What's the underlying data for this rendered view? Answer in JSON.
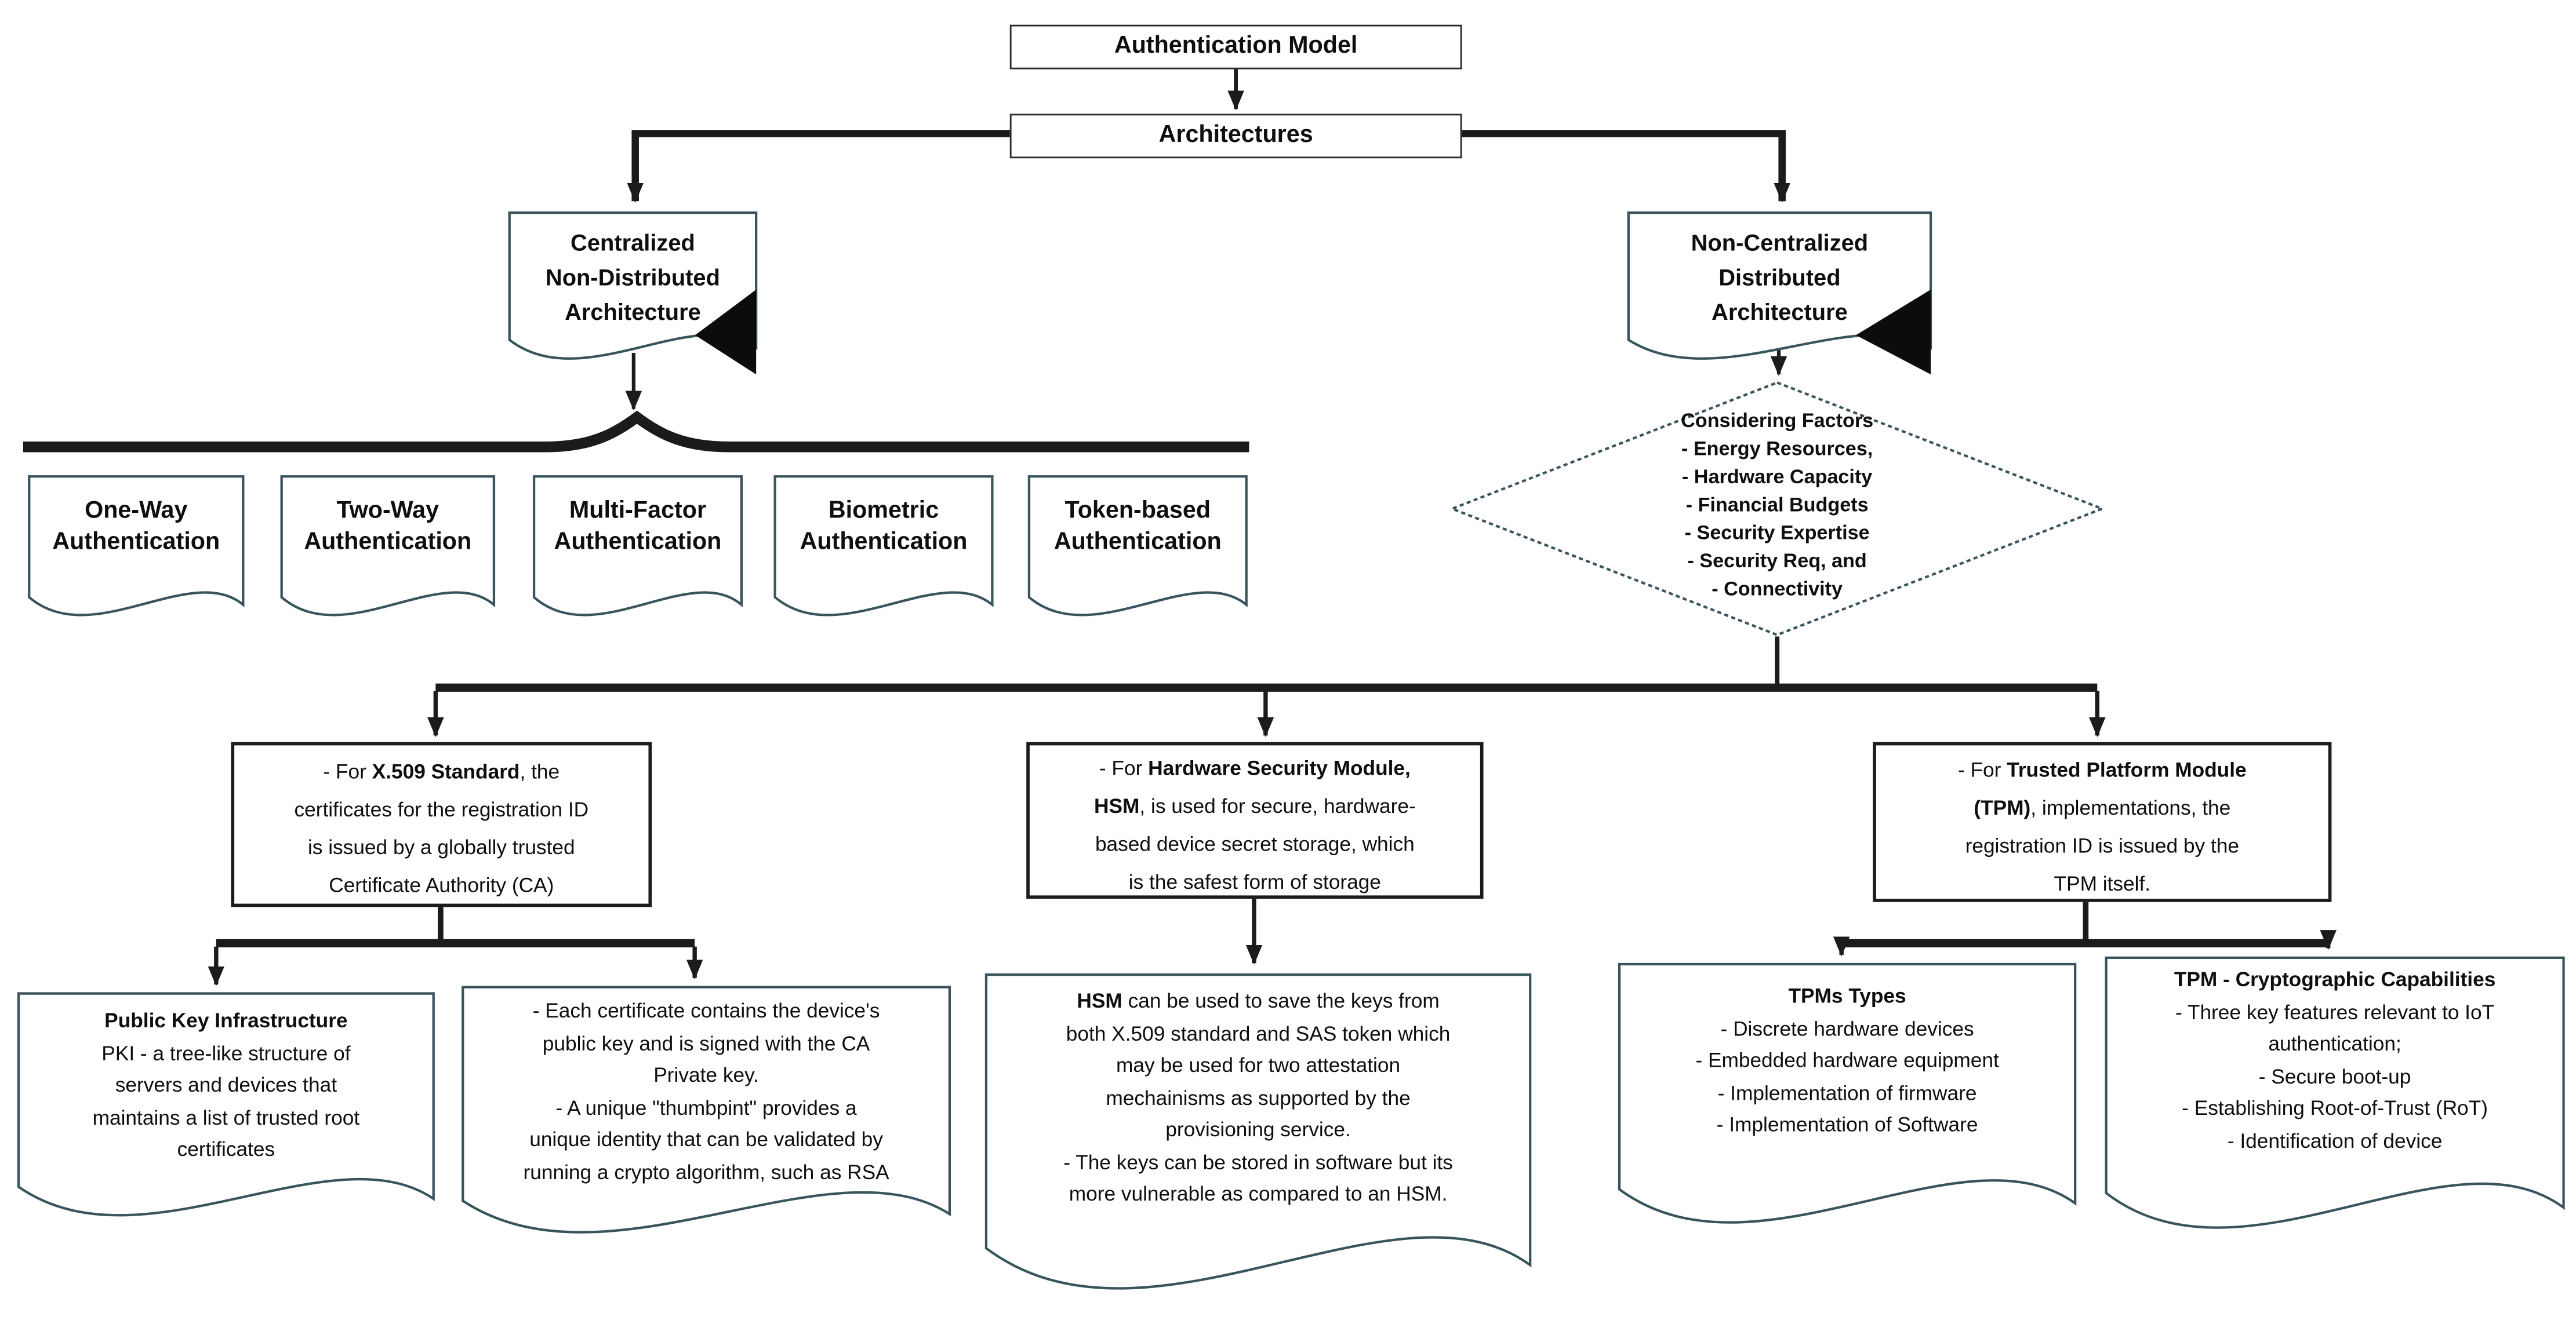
{
  "title": "Authentication Model",
  "architectures_label": "Architectures",
  "centralized": {
    "lines": [
      "Centralized",
      "Non-Distributed",
      "Architecture"
    ]
  },
  "non_centralized": {
    "lines": [
      "Non-Centralized",
      "Distributed",
      "Architecture"
    ]
  },
  "auth_types": [
    {
      "lines": [
        "One-Way",
        "Authentication"
      ]
    },
    {
      "lines": [
        "Two-Way",
        "Authentication"
      ]
    },
    {
      "lines": [
        "Multi-Factor",
        "Authentication"
      ]
    },
    {
      "lines": [
        "Biometric",
        "Authentication"
      ]
    },
    {
      "lines": [
        "Token-based",
        "Authentication"
      ]
    }
  ],
  "decision": {
    "lines": [
      "Considering Factors",
      "- Energy Resources,",
      "- Hardware Capacity",
      "- Financial Budgets",
      "- Security Expertise",
      "- Security Req, and",
      "- Connectivity"
    ]
  },
  "x509": {
    "pre": "- For ",
    "bold": "X.509 Standard",
    "post": ", the",
    "lines": [
      "certificates for the registration ID",
      "is issued by a globally trusted",
      "Certificate Authority (CA)"
    ]
  },
  "hsm": {
    "pre": "- For ",
    "bold1": "Hardware Security Module,",
    "bold2": "HSM",
    "post": ", is used for secure, hardware-",
    "lines": [
      "based device secret storage, which",
      "is the safest form of storage"
    ]
  },
  "tpm": {
    "pre": "- For ",
    "bold1": "Trusted Platform Module",
    "bold2": "(TPM)",
    "post": ", implementations, the",
    "lines": [
      "registration ID is issued by the",
      "TPM itself."
    ]
  },
  "pki": {
    "heading": "Public Key Infrastructure",
    "lines": [
      "PKI -  a tree-like structure of",
      "servers and devices that",
      "maintains a list of trusted root",
      "certificates"
    ]
  },
  "certificate": {
    "lines": [
      "- Each certificate contains the device's",
      "public key and is signed with the CA",
      "Private key.",
      "- A unique \"thumbpint\" provides a",
      "unique identity that can be validated by",
      "running a crypto algorithm, such as RSA"
    ]
  },
  "hsm_detail": {
    "bold": "HSM",
    "post": " can be used to save the keys from",
    "lines": [
      "both X.509 standard and SAS token which",
      "may be used for two attestation",
      "mechainisms as supported by the",
      "provisioning service.",
      "- The keys can be stored in software but its",
      "more vulnerable as compared to an HSM."
    ]
  },
  "tpm_types": {
    "heading": "TPMs Types",
    "lines": [
      "- Discrete hardware devices",
      "- Embedded hardware equipment",
      "- Implementation of firmware",
      "- Implementation of Software"
    ]
  },
  "tpm_crypto": {
    "heading": "TPM - Cryptographic Capabilities",
    "lines": [
      "- Three key features relevant to IoT",
      "authentication;",
      "- Secure boot-up",
      "- Establishing Root-of-Trust (RoT)",
      "- Identification of device"
    ]
  },
  "colors": {
    "line": "#1b1b1b",
    "doc_border": "#3a545e",
    "box_border": "#1c1c1c",
    "background": "#ffffff",
    "text": "#0e0e0e"
  }
}
